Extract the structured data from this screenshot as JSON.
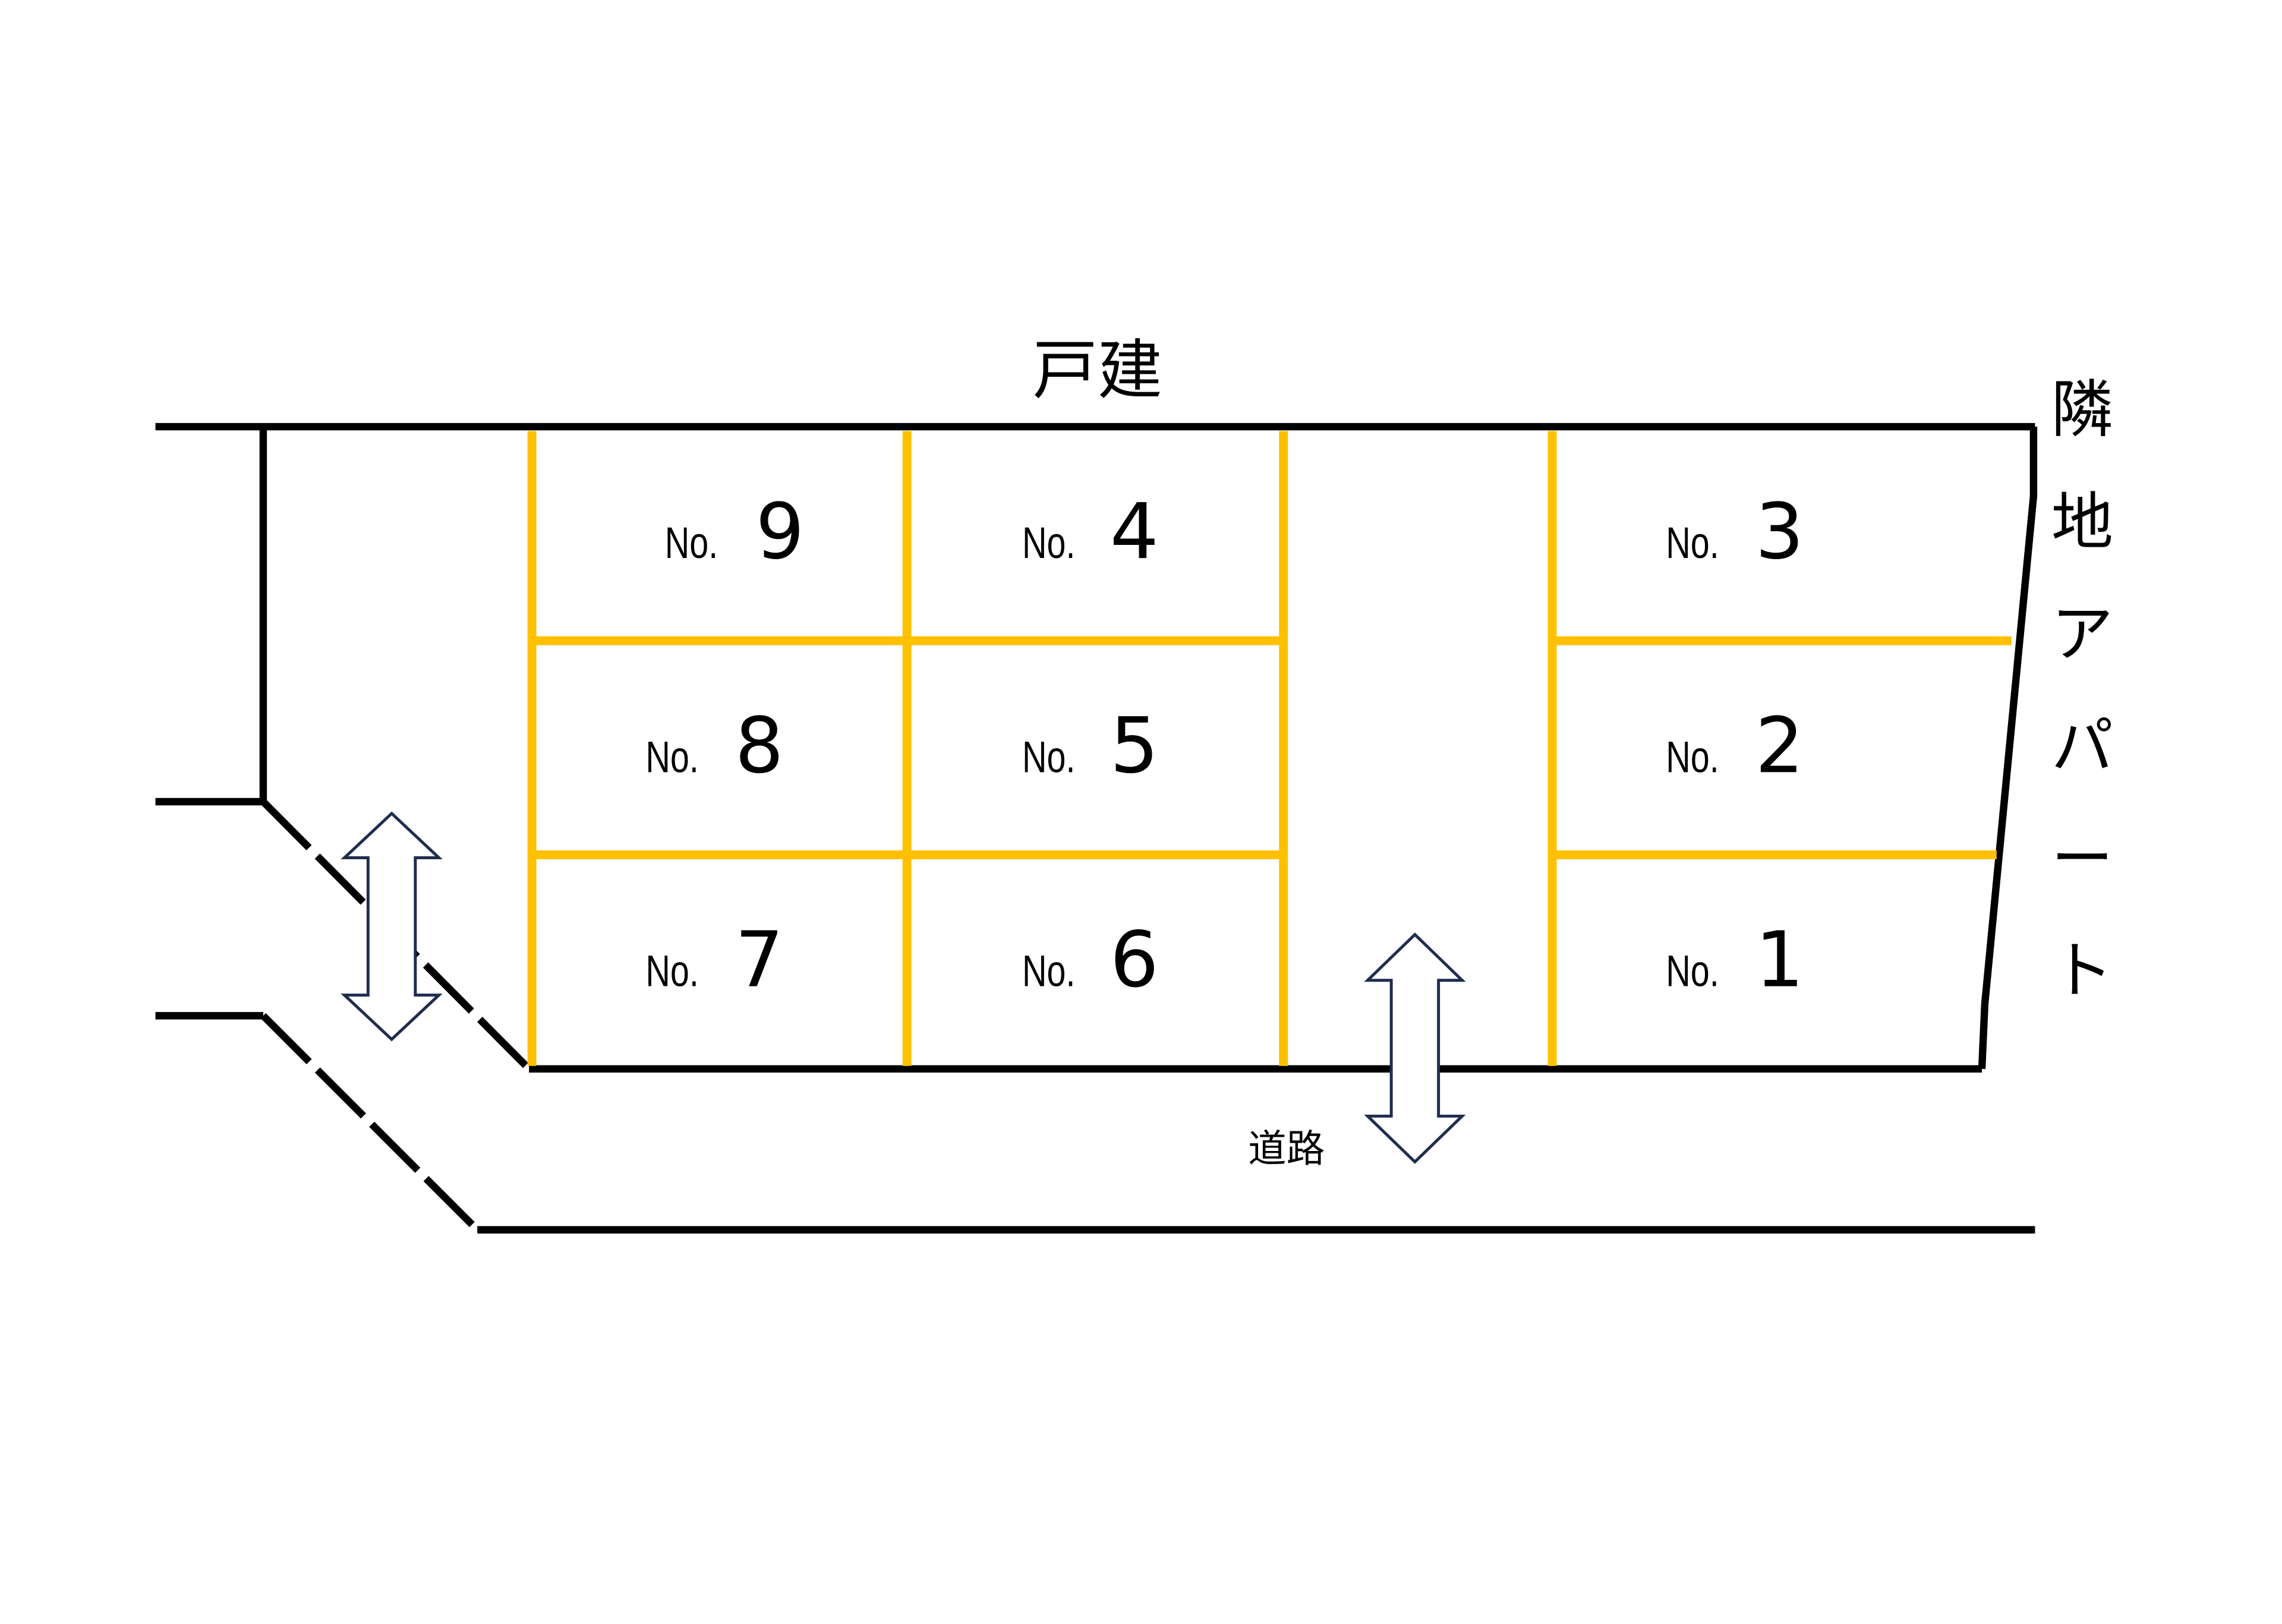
{
  "title_top": "戸建",
  "right_label_chars": [
    "隣",
    "地",
    "ア",
    "パ",
    "ー",
    "ト"
  ],
  "road_label": "道路",
  "no_prefix": "No.",
  "stalls": [
    "1",
    "2",
    "3",
    "4",
    "5",
    "6",
    "7",
    "8",
    "9"
  ],
  "colors": {
    "boundary": "#000000",
    "stall_lines": "#FFC000",
    "arrow_outline": "#1F2D4D",
    "arrow_fill": "#FFFFFF"
  }
}
